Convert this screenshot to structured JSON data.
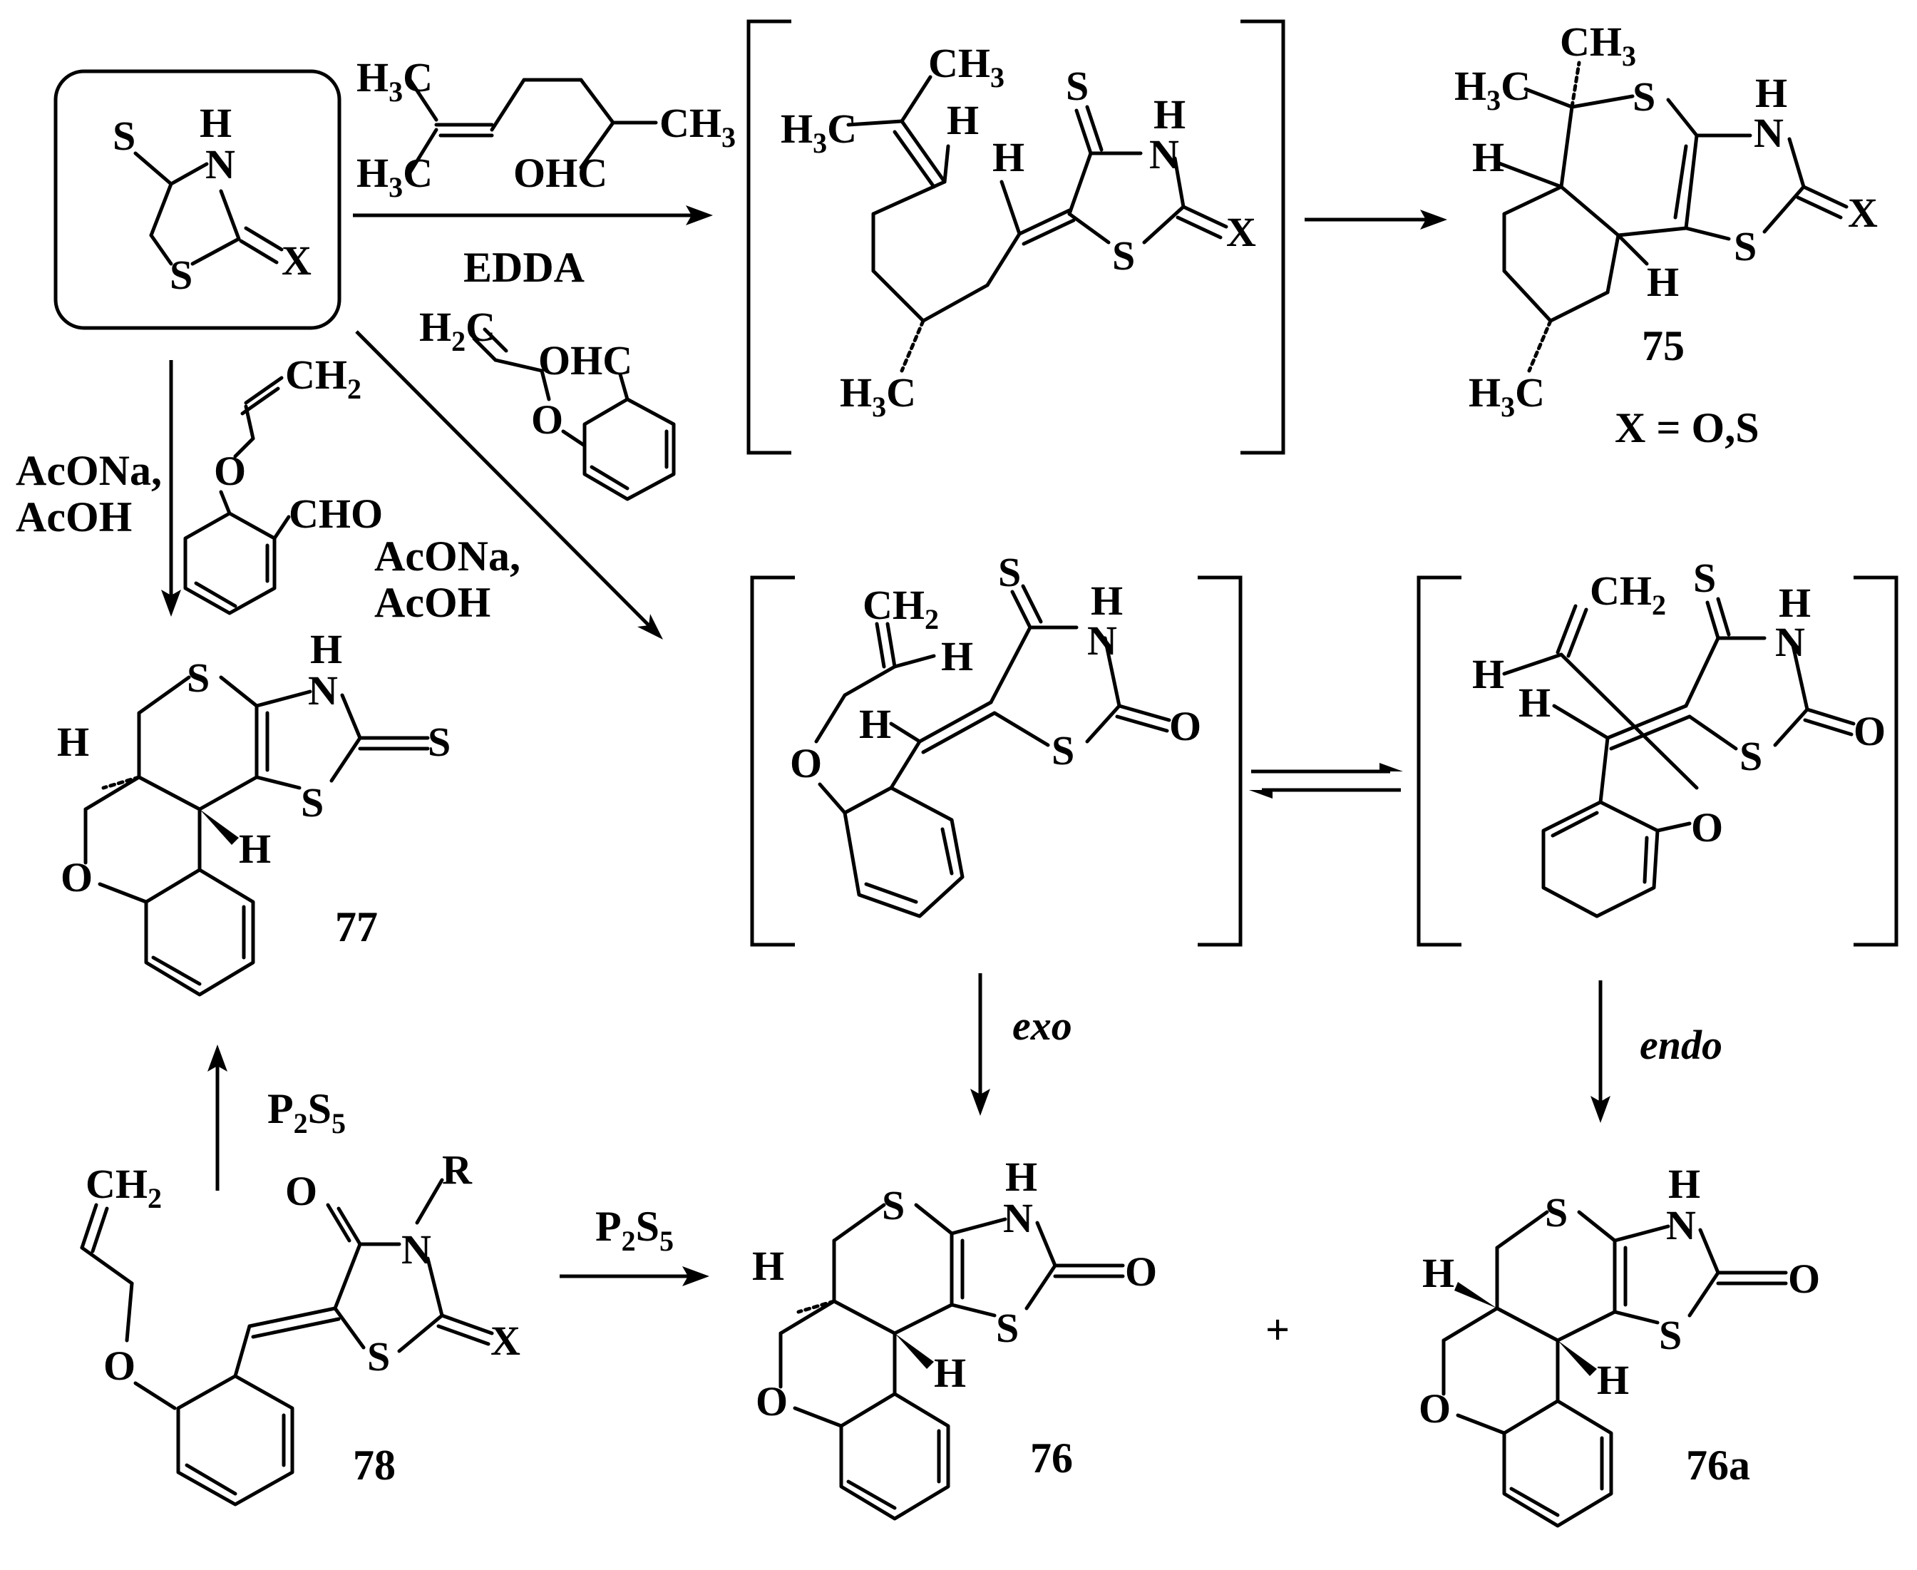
{
  "labels": {
    "reagent_edda": "EDDA",
    "reagent_acona_1": "AcONa,",
    "reagent_acoh_1": "AcOH",
    "reagent_acona_2": "AcONa,",
    "reagent_acoh_2": "AcOH",
    "reagent_p2s5_up": "P",
    "reagent_p2s5_right": "P",
    "exo": "exo",
    "endo": "endo",
    "plus": "+",
    "x_def": "X = O,S",
    "cmpd_75": "75",
    "cmpd_76": "76",
    "cmpd_76a": "76a",
    "cmpd_77": "77",
    "cmpd_78": "78"
  },
  "atoms": {
    "S": "S",
    "H": "H",
    "N": "N",
    "X": "X",
    "O": "O",
    "R": "R",
    "C": "C",
    "CH": "CH",
    "CHO": "CHO",
    "OHC": "OHC",
    "H3C": "H"
  },
  "subscripts": {
    "two": "2",
    "three": "3",
    "five": "5"
  },
  "colors": {
    "ink": "#000000",
    "background": "#ffffff"
  }
}
